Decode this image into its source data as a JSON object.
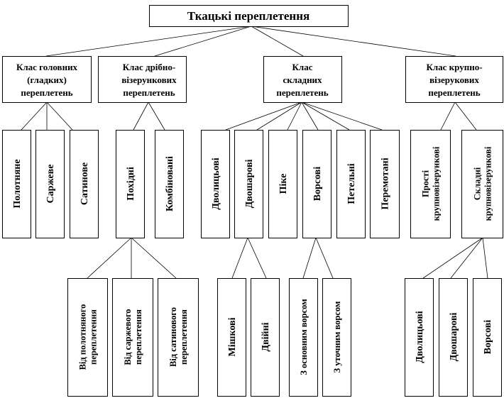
{
  "root": {
    "label": "Ткацькі переплетення"
  },
  "classes": [
    {
      "lines": [
        "Клас головних",
        "(гладких)",
        "переплетень"
      ]
    },
    {
      "lines": [
        "Клас дрібно-",
        "візерункових",
        "переплетень"
      ]
    },
    {
      "lines": [
        "Клас",
        "складних",
        "переплетень"
      ]
    },
    {
      "lines": [
        "Клас крупно-",
        "візерукових",
        "переплетень"
      ]
    }
  ],
  "level2": {
    "main": [
      "Полотняне",
      "Саржеве",
      "Сатинове"
    ],
    "small": [
      "Похідні",
      "Комбіновані"
    ],
    "complex": [
      "Дволицьові",
      "Двошарові",
      "Піке",
      "Ворсові",
      "Петельні",
      "Перемотані"
    ],
    "large": [
      {
        "lines": [
          "Прості",
          "крупновізерункові"
        ]
      },
      {
        "lines": [
          "Складні",
          "крупновізерункові"
        ]
      }
    ]
  },
  "level3": {
    "derived": [
      {
        "lines": [
          "Від полотняного",
          "переплетення"
        ]
      },
      {
        "lines": [
          "Від саржевого",
          "переплетення"
        ]
      },
      {
        "lines": [
          "Від сатинового",
          "переплетення"
        ]
      }
    ],
    "double_layer": [
      "Мішкові",
      "Двійні"
    ],
    "pile": [
      "З основним ворсом",
      "З уточним ворсом"
    ],
    "complex_large": [
      "Дволицьові",
      "Двошарові",
      "Ворсові"
    ]
  }
}
